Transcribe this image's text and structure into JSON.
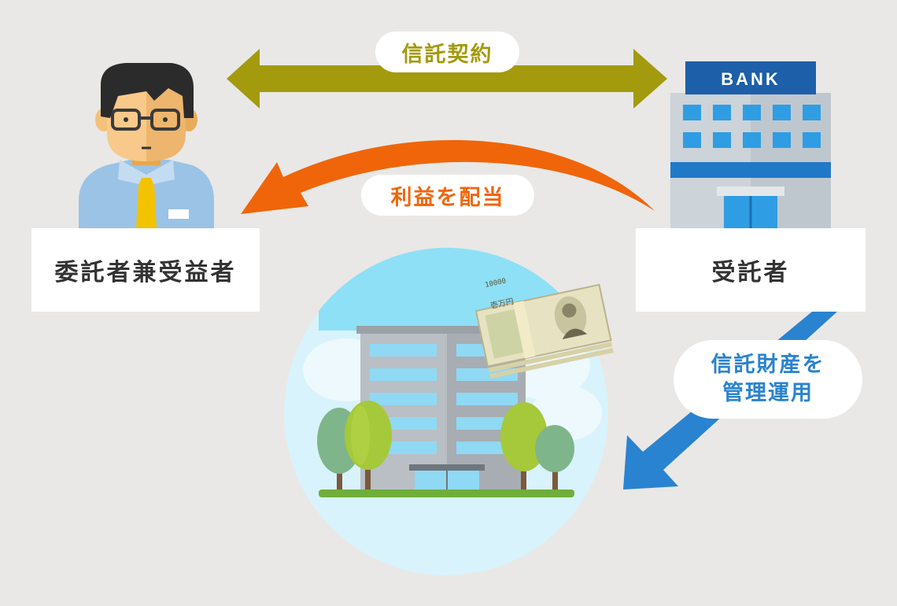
{
  "labels": {
    "trust_contract": "信託契約",
    "profit_distribution": "利益を配当",
    "manage_line1": "信託財産を",
    "manage_line2": "管理運用",
    "settlor_beneficiary": "委託者兼受益者",
    "trustee": "受託者",
    "bank_sign": "BANK",
    "banknote_denomination": "10000",
    "banknote_text": "壱万円"
  },
  "colors": {
    "background": "#e9e8e6",
    "contract_arrow": "#a39a0d",
    "profit_arrow": "#f0650a",
    "manage_arrow": "#2a83d0",
    "bank_sign": "#1d5fa8",
    "sky": "#d8f3fb"
  },
  "icons": [
    "person-icon",
    "bank-building-icon",
    "property-building-icon",
    "banknote-bundle-icon",
    "tree-icon"
  ]
}
